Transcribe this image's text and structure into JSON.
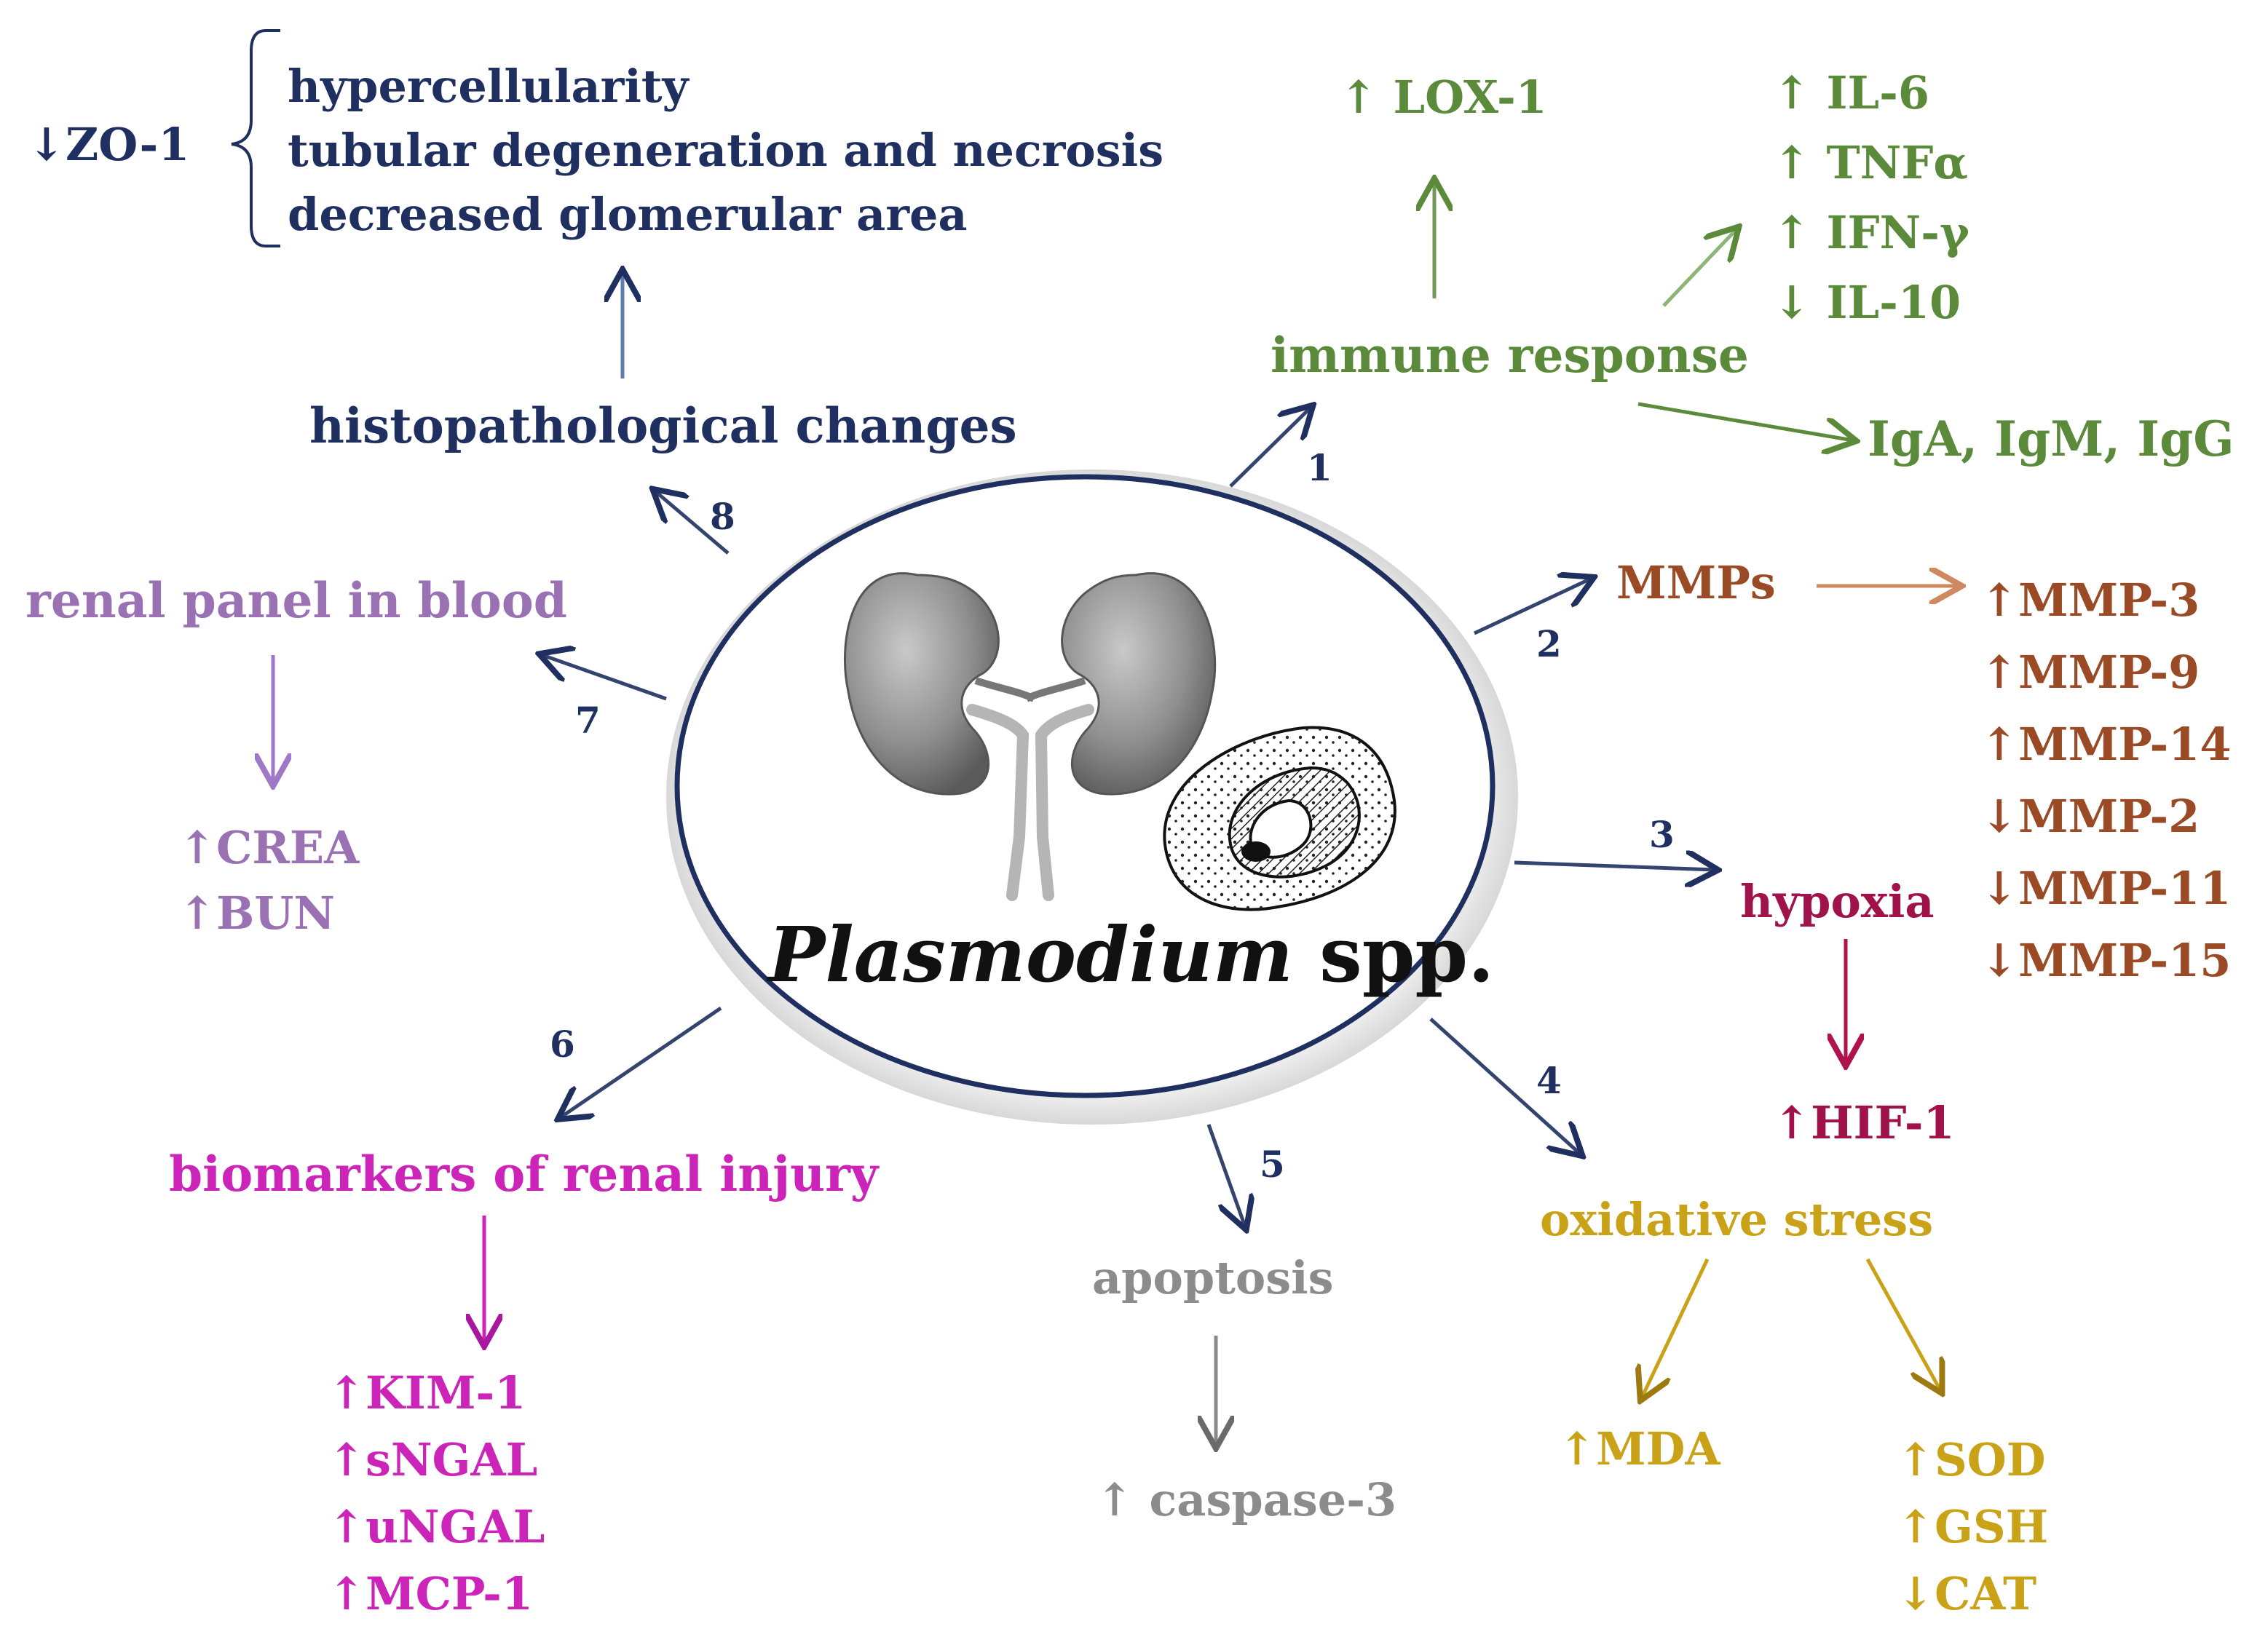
{
  "center": {
    "organism_italic": "Plasmodium",
    "organism_suffix": " spp."
  },
  "numbers": [
    "1",
    "2",
    "3",
    "4",
    "5",
    "6",
    "7",
    "8"
  ],
  "histopathology": {
    "label": "histopathological changes",
    "zo1": "↓ZO-1",
    "findings": [
      "hypercellularity",
      "tubular degeneration and necrosis",
      "decreased glomerular area"
    ]
  },
  "immune": {
    "label": "immune response",
    "lox1": "↑ LOX-1",
    "cytokines": [
      "↑ IL-6",
      "↑ TNFα",
      "↑ IFN-γ",
      "↓ IL-10"
    ],
    "immunoglobulins": "IgA, IgM, IgG"
  },
  "mmps": {
    "label": "MMPs",
    "items": [
      "↑MMP-3",
      "↑MMP-9",
      "↑MMP-14",
      "↓MMP-2",
      "↓MMP-11",
      "↓MMP-15"
    ]
  },
  "hypoxia": {
    "label": "hypoxia",
    "marker": "↑HIF-1"
  },
  "oxidative": {
    "label": "oxidative stress",
    "mda": "↑MDA",
    "enzymes": [
      "↑SOD",
      "↑GSH",
      "↓CAT"
    ]
  },
  "apoptosis": {
    "label": "apoptosis",
    "marker": "↑ caspase-3"
  },
  "biomarkers": {
    "label": "biomarkers of renal injury",
    "items": [
      "↑KIM-1",
      "↑sNGAL",
      "↑uNGAL",
      "↑MCP-1"
    ]
  },
  "renal_panel": {
    "label": "renal panel in blood",
    "items": [
      "↑CREA",
      "↑BUN"
    ]
  },
  "colors": {
    "navy": "#1f2f5f",
    "green": "#5a8a3a",
    "brown": "#9a4a25",
    "crimson": "#a0124a",
    "gold": "#c9a217",
    "gray": "#8c8c8c",
    "magenta": "#cc23b8",
    "lilac": "#9a72b4"
  }
}
